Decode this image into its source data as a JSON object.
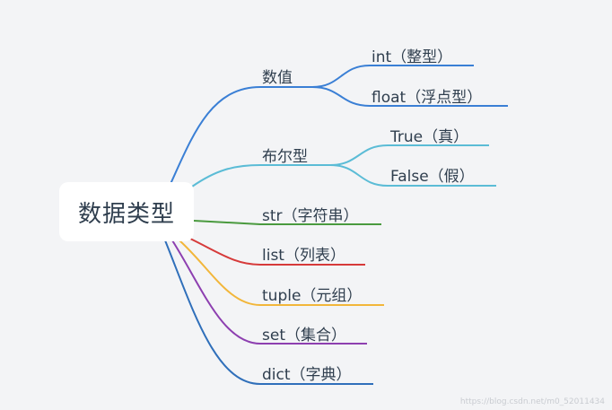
{
  "root": {
    "label": "数据类型"
  },
  "branches": {
    "numeric": {
      "label": "数值",
      "color": "#3a7fd5",
      "children": {
        "int": "int（整型）",
        "float": "float（浮点型）"
      }
    },
    "bool": {
      "label": "布尔型",
      "color": "#5bbcd6",
      "children": {
        "true": "True（真）",
        "false": "False（假）"
      }
    },
    "str": {
      "label": "str（字符串）",
      "color": "#4a9a3f"
    },
    "list": {
      "label": "list（列表）",
      "color": "#d63a3a"
    },
    "tuple": {
      "label": "tuple（元组）",
      "color": "#f2b63a"
    },
    "set": {
      "label": "set（集合）",
      "color": "#8d3fb0"
    },
    "dict": {
      "label": "dict（字典）",
      "color": "#2f6fba"
    }
  },
  "watermark": "https://blog.csdn.net/m0_52011434"
}
